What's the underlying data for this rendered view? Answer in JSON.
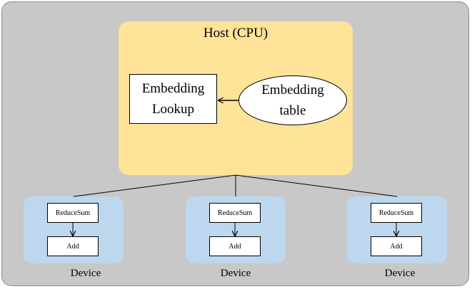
{
  "host": {
    "title": "Host (CPU)",
    "lookup_label": "Embedding\nLookup",
    "table_label": "Embedding\ntable"
  },
  "devices": [
    {
      "label": "Device",
      "op1": "ReduceSum",
      "op2": "Add"
    },
    {
      "label": "Device",
      "op1": "ReduceSum",
      "op2": "Add"
    },
    {
      "label": "Device",
      "op1": "ReduceSum",
      "op2": "Add"
    }
  ],
  "colors": {
    "background_panel": "#c8c8c8",
    "host_fill": "#ffe399",
    "device_fill": "#bdd7ee"
  }
}
